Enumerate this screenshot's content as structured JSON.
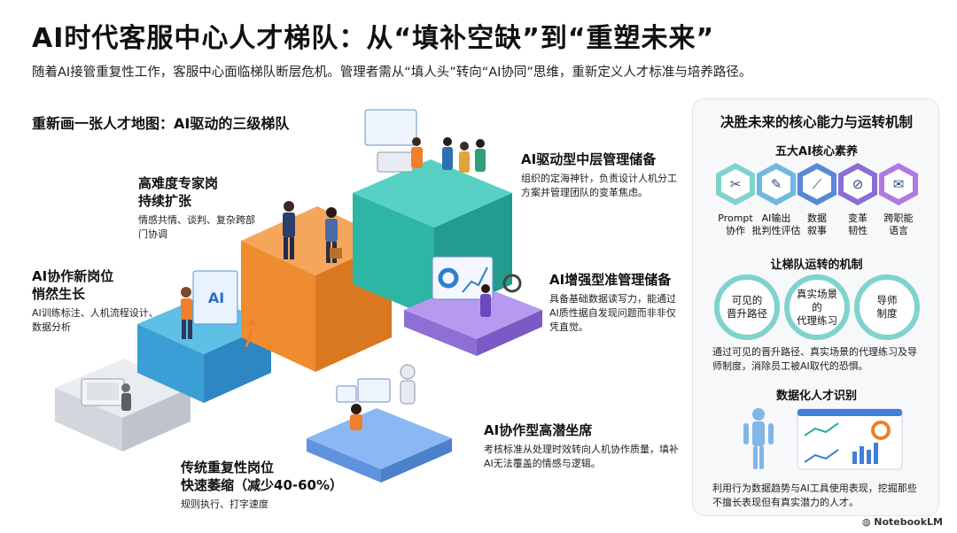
{
  "header": {
    "title": "AI时代客服中心人才梯队：从“填补空缺”到“重塑未来”",
    "subtitle": "随着AI接管重复性工作，客服中心面临梯队断层危机。管理者需从“填人头”转向“AI协同”思维，重新定义人才标准与培养路径。"
  },
  "map": {
    "section_title": "重新画一张人才地图：AI驱动的三级梯队",
    "tiers": [
      {
        "title_lines": [
          "传统重复性岗位",
          "快速萎缩（减少40-60%）"
        ],
        "desc": "规则执行、打字速度"
      },
      {
        "title_lines": [
          "AI协作新岗位",
          "悄然生长"
        ],
        "desc": "AI训练标注、人机流程设计、数据分析"
      },
      {
        "title_lines": [
          "高难度专家岗",
          "持续扩张"
        ],
        "desc": "情感共情、谈判、复杂跨部门协调"
      },
      {
        "title_lines": [
          "AI驱动型中层管理储备"
        ],
        "desc": "组织的定海神针，负责设计人机分工方案并管理团队的变革焦虑。"
      },
      {
        "title_lines": [
          "AI增强型准管理储备"
        ],
        "desc": "具备基础数据读写力，能通过AI质性据自发现问题而非非仅凭直觉。"
      },
      {
        "title_lines": [
          "AI协作型高潜坐席"
        ],
        "desc": "考核标准从处理时效转向人机协作质量，填补AI无法覆盖的情感与逻辑。"
      }
    ],
    "screen_badge": "AI"
  },
  "panel": {
    "title": "决胜未来的核心能力与运转机制",
    "competencies_title": "五大AI核心素养",
    "competencies": [
      {
        "label": "Prompt\n协作",
        "icon": "tools-icon",
        "glyph": "✂",
        "color": "#7fd3cc"
      },
      {
        "label": "AI输出\n批判性评估",
        "icon": "document-check-icon",
        "glyph": "✎",
        "color": "#6fb8e0"
      },
      {
        "label": "数据\n叙事",
        "icon": "trend-chart-icon",
        "glyph": "⟋",
        "color": "#5a88d6"
      },
      {
        "label": "变革\n韧性",
        "icon": "link-icon",
        "glyph": "⊘",
        "color": "#8a6ed6"
      },
      {
        "label": "跨职能\n语言",
        "icon": "chat-bubbles-icon",
        "glyph": "✉",
        "color": "#b07ae0"
      }
    ],
    "mechanism_title": "让梯队运转的机制",
    "mechanisms": [
      "可见的\n晋升路径",
      "真实场景的\n代理练习",
      "导师\n制度"
    ],
    "mechanism_desc": "通过可见的晋升路径、真实场景的代理练习及导师制度，消除员工被AI取代的恐惧。",
    "identification_title": "数据化人才识别",
    "identification_desc": "利用行为数据趋势与AI工具使用表现，挖掘那些不擅长表现但有真实潜力的人才。"
  },
  "footer": {
    "brand": "NotebookLM"
  }
}
